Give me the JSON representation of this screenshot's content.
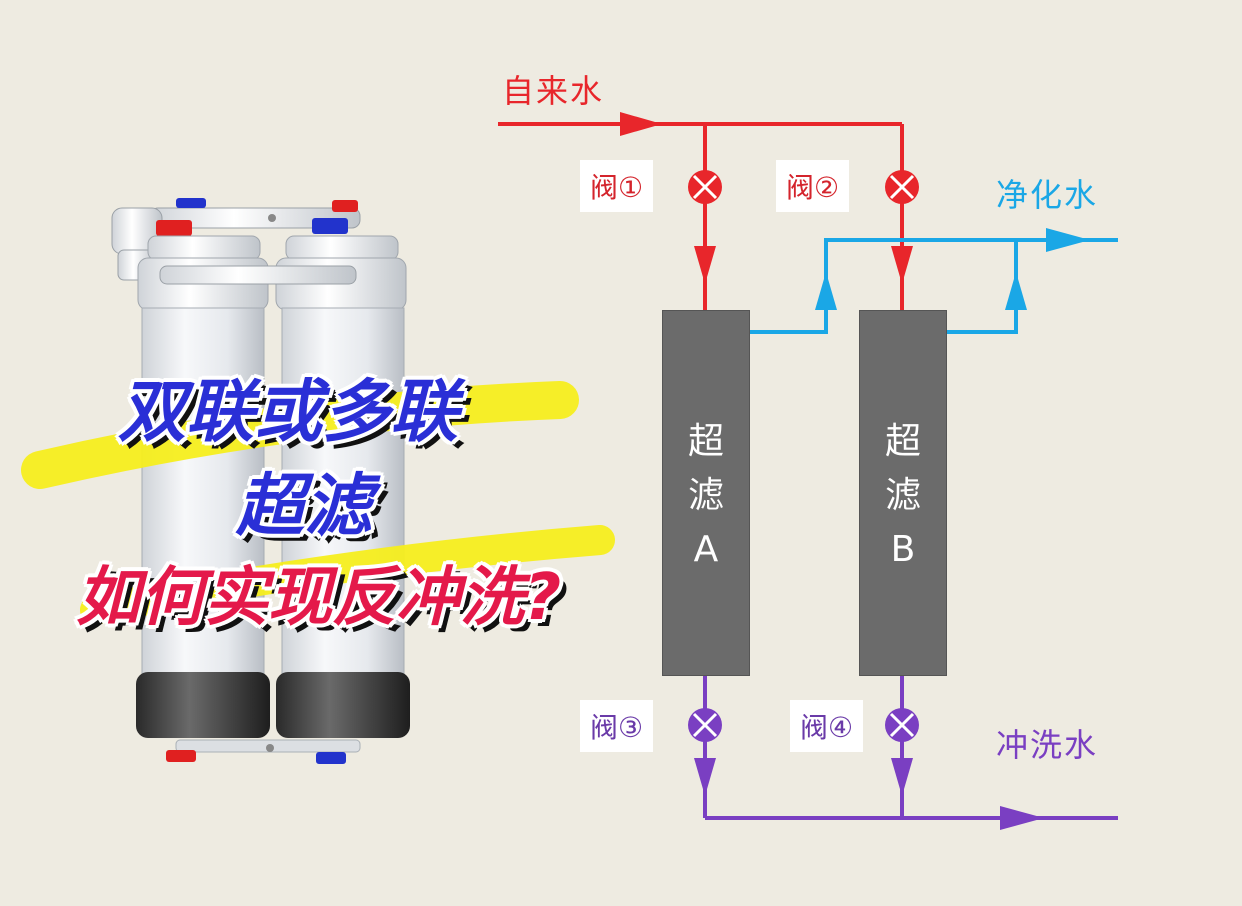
{
  "diagram": {
    "inlet_label": "自来水",
    "purified_label": "净化水",
    "flush_label": "冲洗水",
    "valves": [
      "阀①",
      "阀②",
      "阀③",
      "阀④"
    ],
    "filter_a": {
      "line1": "超",
      "line2": "滤",
      "line3": "A"
    },
    "filter_b": {
      "line1": "超",
      "line2": "滤",
      "line3": "B"
    }
  },
  "headline": {
    "line1": "双联或多联",
    "line2": "超滤",
    "line3": "如何实现反冲洗?"
  },
  "colors": {
    "inlet": "#e8262b",
    "purified": "#1aa7e6",
    "flush": "#7a3fc2",
    "filter": "#6b6b6b",
    "background": "#eeebe1",
    "headline_blue": "#2a2fd6",
    "headline_red": "#e4194a",
    "highlight": "#f6ee1e"
  }
}
